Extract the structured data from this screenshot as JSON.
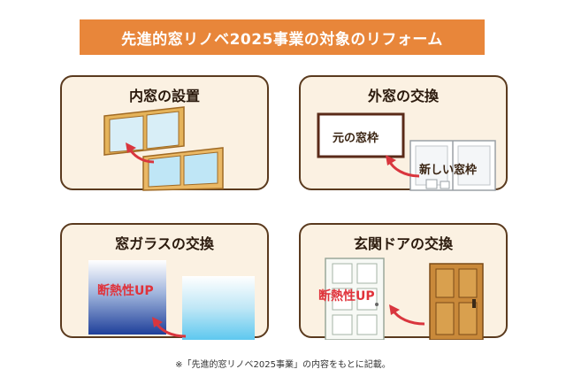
{
  "banner": {
    "title": "先進的窓リノベ2025事業の対象のリフォーム"
  },
  "cards": [
    {
      "title": "内窓の設置"
    },
    {
      "title": "外窓の交換",
      "old_frame_label": "元の窓枠",
      "new_frame_label": "新しい窓枠"
    },
    {
      "title": "窓ガラスの交換",
      "badge": "断熱性UP"
    },
    {
      "title": "玄関ドアの交換",
      "badge": "断熱性UP"
    }
  ],
  "footnote": "※「先進的窓リノベ2025事業」の内容をもとに記載。",
  "colors": {
    "banner": "#e8863a",
    "card_bg": "#fbf1e2",
    "card_border": "#5a3a1e",
    "arrow": "#d9363e",
    "badge_text": "#e0323a",
    "glass_dark": "#1f3f9a",
    "glass_light": "#5ec8ef"
  }
}
